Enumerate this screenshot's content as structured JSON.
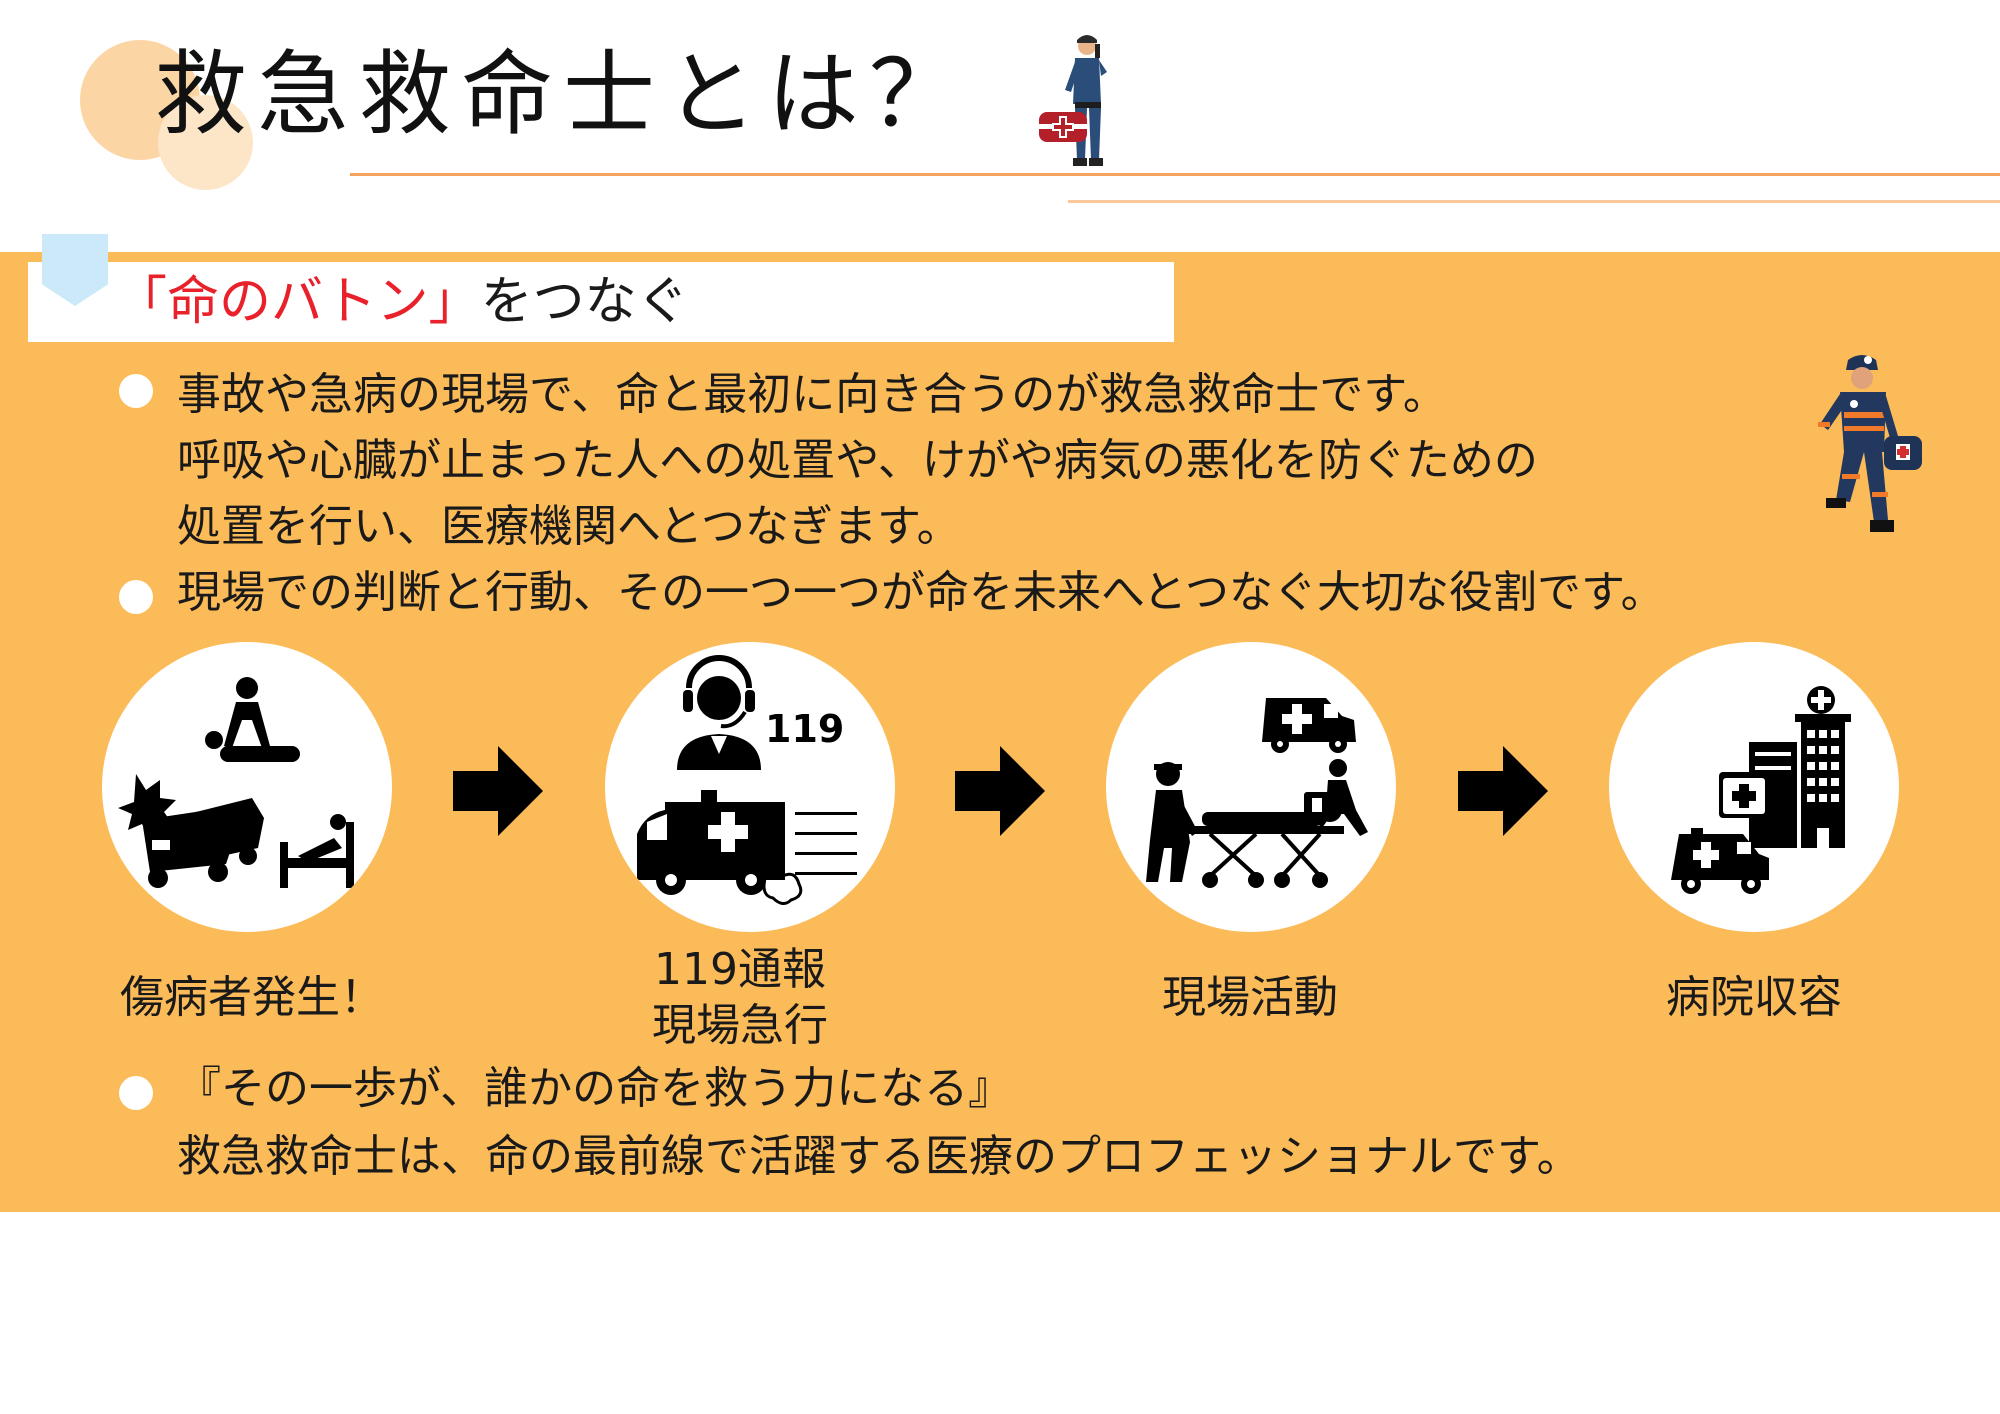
{
  "header": {
    "title": "救急救命士とは？"
  },
  "section": {
    "subtitle_red": "「命のバトン」",
    "subtitle_rest": "をつなぐ"
  },
  "paragraphs": {
    "p1_line1": "事故や急病の現場で、命と最初に向き合うのが救急救命士です。",
    "p1_line2": "呼吸や心臓が止まった人への処置や、けがや病気の悪化を防ぐための",
    "p1_line3": "処置を行い、医療機関へとつなぎます。",
    "p2_line1": "現場での判断と行動、その一つ一つが命を未来へとつなぐ大切な役割です。",
    "p3_line1": "『その一歩が、誰かの命を救う力になる』",
    "p3_line2": "救急救命士は、命の最前線で活躍する医療のプロフェッショナルです。"
  },
  "steps": [
    {
      "label_line1": "傷病者発生！",
      "label_line2": "",
      "icon": "accident-icon"
    },
    {
      "label_line1": "119通報",
      "label_line2": "現場急行",
      "icon": "emergency-call-icon",
      "number": "119"
    },
    {
      "label_line1": "現場活動",
      "label_line2": "",
      "icon": "field-activity-icon"
    },
    {
      "label_line1": "病院収容",
      "label_line2": "",
      "icon": "hospital-icon"
    }
  ],
  "colors": {
    "panel": "#fcbb59",
    "accent_line": "#f4a25d",
    "red_text": "#e8212a",
    "bookmark": "#cce9f9"
  }
}
